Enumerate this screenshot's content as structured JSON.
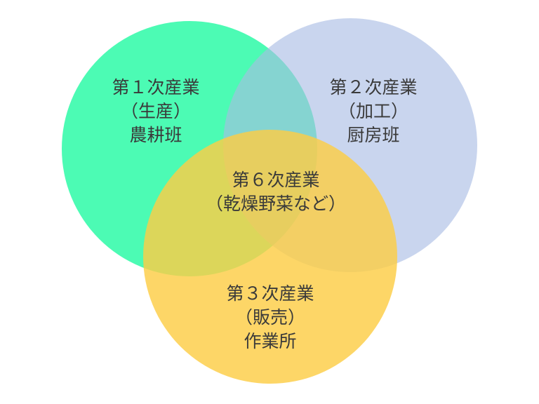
{
  "colors": {
    "primary": "#4cfbb4",
    "secondary": "#a8bce4",
    "tertiary": "#fdcd45",
    "text": "#3a3a3a"
  },
  "circles": [
    {
      "id": "primary",
      "lines": [
        "第１次産業",
        "（生産）",
        "農耕班"
      ]
    },
    {
      "id": "secondary",
      "lines": [
        "第２次産業",
        "（加工）",
        "厨房班"
      ]
    },
    {
      "id": "tertiary",
      "lines": [
        "第３次産業",
        "（販売）",
        "作業所"
      ]
    }
  ],
  "center": {
    "lines": [
      "第６次産業",
      "（乾燥野菜など）"
    ]
  }
}
